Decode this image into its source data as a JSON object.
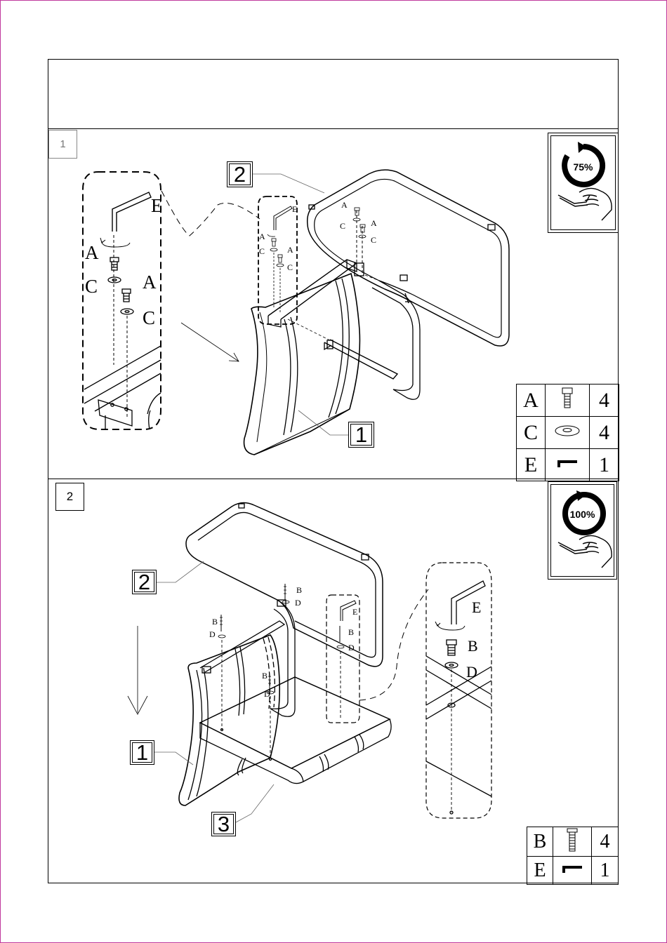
{
  "steps": [
    {
      "number": "1",
      "progress_label": "75%",
      "progress_fraction": 0.75,
      "callouts": [
        "2",
        "1"
      ],
      "hardware_labels": {
        "allen_key": "E",
        "bolt": "A",
        "washer": "C"
      },
      "parts": [
        {
          "letter": "A",
          "icon": "bolt-icon",
          "qty": "4"
        },
        {
          "letter": "C",
          "icon": "washer-icon",
          "qty": "4"
        },
        {
          "letter": "E",
          "icon": "allen-key-icon",
          "qty": "1"
        }
      ]
    },
    {
      "number": "2",
      "progress_label": "100%",
      "progress_fraction": 1.0,
      "callouts": [
        "2",
        "1",
        "3"
      ],
      "hardware_labels": {
        "allen_key": "E",
        "bolt": "B",
        "washer": "D"
      },
      "parts": [
        {
          "letter": "B",
          "icon": "long-bolt-icon",
          "qty": "4"
        },
        {
          "letter": "E",
          "icon": "allen-key-icon",
          "qty": "1"
        }
      ]
    }
  ]
}
